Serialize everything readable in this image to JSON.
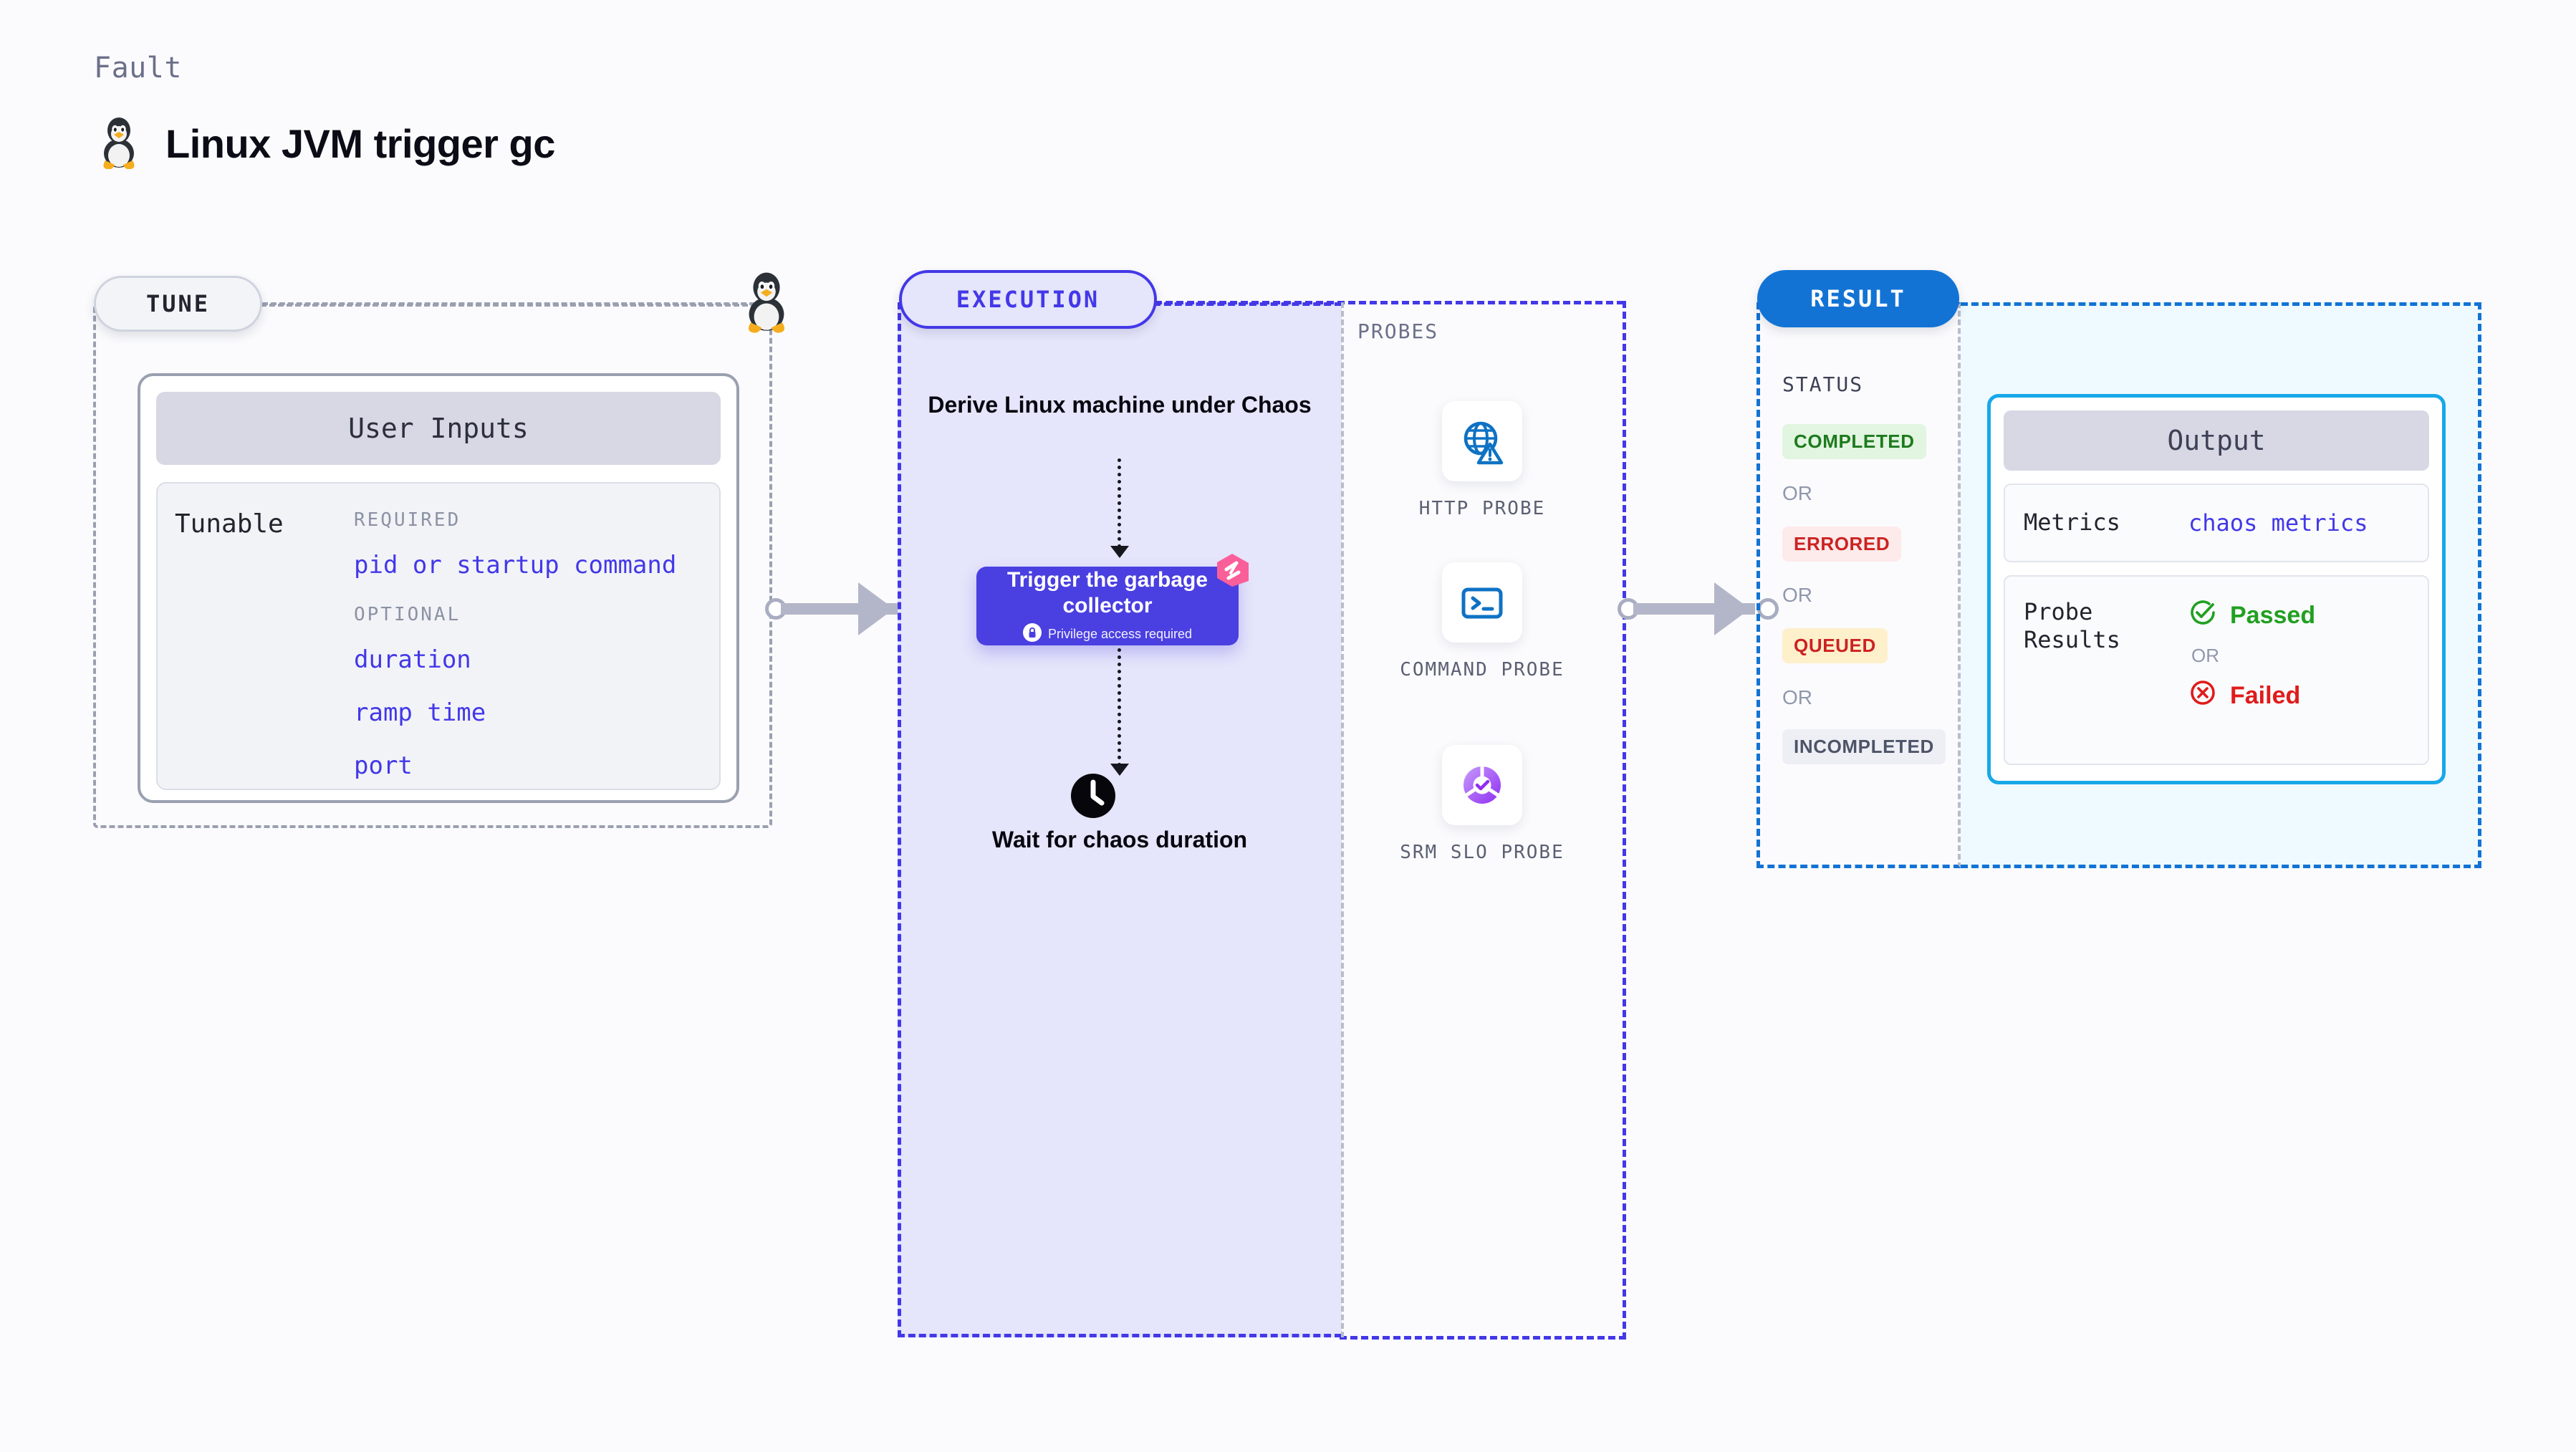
{
  "header": {
    "kicker": "Fault",
    "title": "Linux JVM trigger gc",
    "icon": "tux-penguin-icon"
  },
  "tune": {
    "pill_label": "TUNE",
    "connector_icon": "tux-penguin-icon",
    "card": {
      "header": "User Inputs",
      "row_label": "Tunable",
      "groups": [
        {
          "tag": "REQUIRED",
          "items": [
            "pid or startup command"
          ]
        },
        {
          "tag": "OPTIONAL",
          "items": [
            "duration",
            "ramp time",
            "port"
          ]
        }
      ]
    }
  },
  "execution": {
    "pill_label": "EXECUTION",
    "step1": "Derive Linux machine under Chaos",
    "action": {
      "title": "Trigger the garbage collector",
      "privilege_note": "Privilege access required",
      "privilege_icon": "lock-icon",
      "badge_icon": "chaos-badge-icon"
    },
    "step3": "Wait for chaos duration",
    "clock_icon": "clock-icon"
  },
  "probes": {
    "label": "PROBES",
    "items": [
      {
        "label": "HTTP PROBE",
        "icon": "globe-warning-icon"
      },
      {
        "label": "COMMAND PROBE",
        "icon": "terminal-icon"
      },
      {
        "label": "SRM SLO PROBE",
        "icon": "slo-donut-check-icon"
      }
    ]
  },
  "result": {
    "pill_label": "RESULT",
    "status_label": "STATUS",
    "or_label": "OR",
    "statuses": [
      {
        "label": "COMPLETED",
        "bg": "#e1f5e0",
        "fg": "#1d7a1d"
      },
      {
        "label": "ERRORED",
        "bg": "#fdeaea",
        "fg": "#cc2222"
      },
      {
        "label": "QUEUED",
        "bg": "#fdf0cb",
        "fg": "#cc2222"
      },
      {
        "label": "INCOMPLETED",
        "bg": "#eeeff5",
        "fg": "#4e5468"
      }
    ],
    "output": {
      "header": "Output",
      "metrics_key": "Metrics",
      "metrics_value": "chaos metrics",
      "probe_results_key": "Probe Results",
      "passed_label": "Passed",
      "passed_icon": "check-circle-icon",
      "failed_label": "Failed",
      "failed_icon": "x-circle-icon",
      "or_label": "OR"
    }
  },
  "colors": {
    "accent_purple": "#4338e8",
    "accent_blue": "#1273d4",
    "accent_cyan": "#17a8e8",
    "pink_badge": "#fa5f9a",
    "dashed_gray": "#9aa0b0"
  }
}
